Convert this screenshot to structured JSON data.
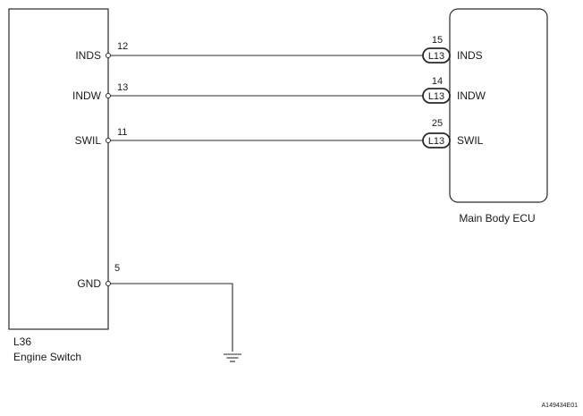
{
  "engine_switch": {
    "connector": "L36",
    "name": "Engine Switch",
    "terminals": [
      {
        "label": "INDS",
        "pin": "12"
      },
      {
        "label": "INDW",
        "pin": "13"
      },
      {
        "label": "SWIL",
        "pin": "11"
      },
      {
        "label": "GND",
        "pin": "5"
      }
    ]
  },
  "main_body_ecu": {
    "name": "Main Body ECU",
    "terminals": [
      {
        "label": "INDS",
        "pin": "15",
        "connector": "L13"
      },
      {
        "label": "INDW",
        "pin": "14",
        "connector": "L13"
      },
      {
        "label": "SWIL",
        "pin": "25",
        "connector": "L13"
      }
    ]
  },
  "figure_code": "A149434E01"
}
